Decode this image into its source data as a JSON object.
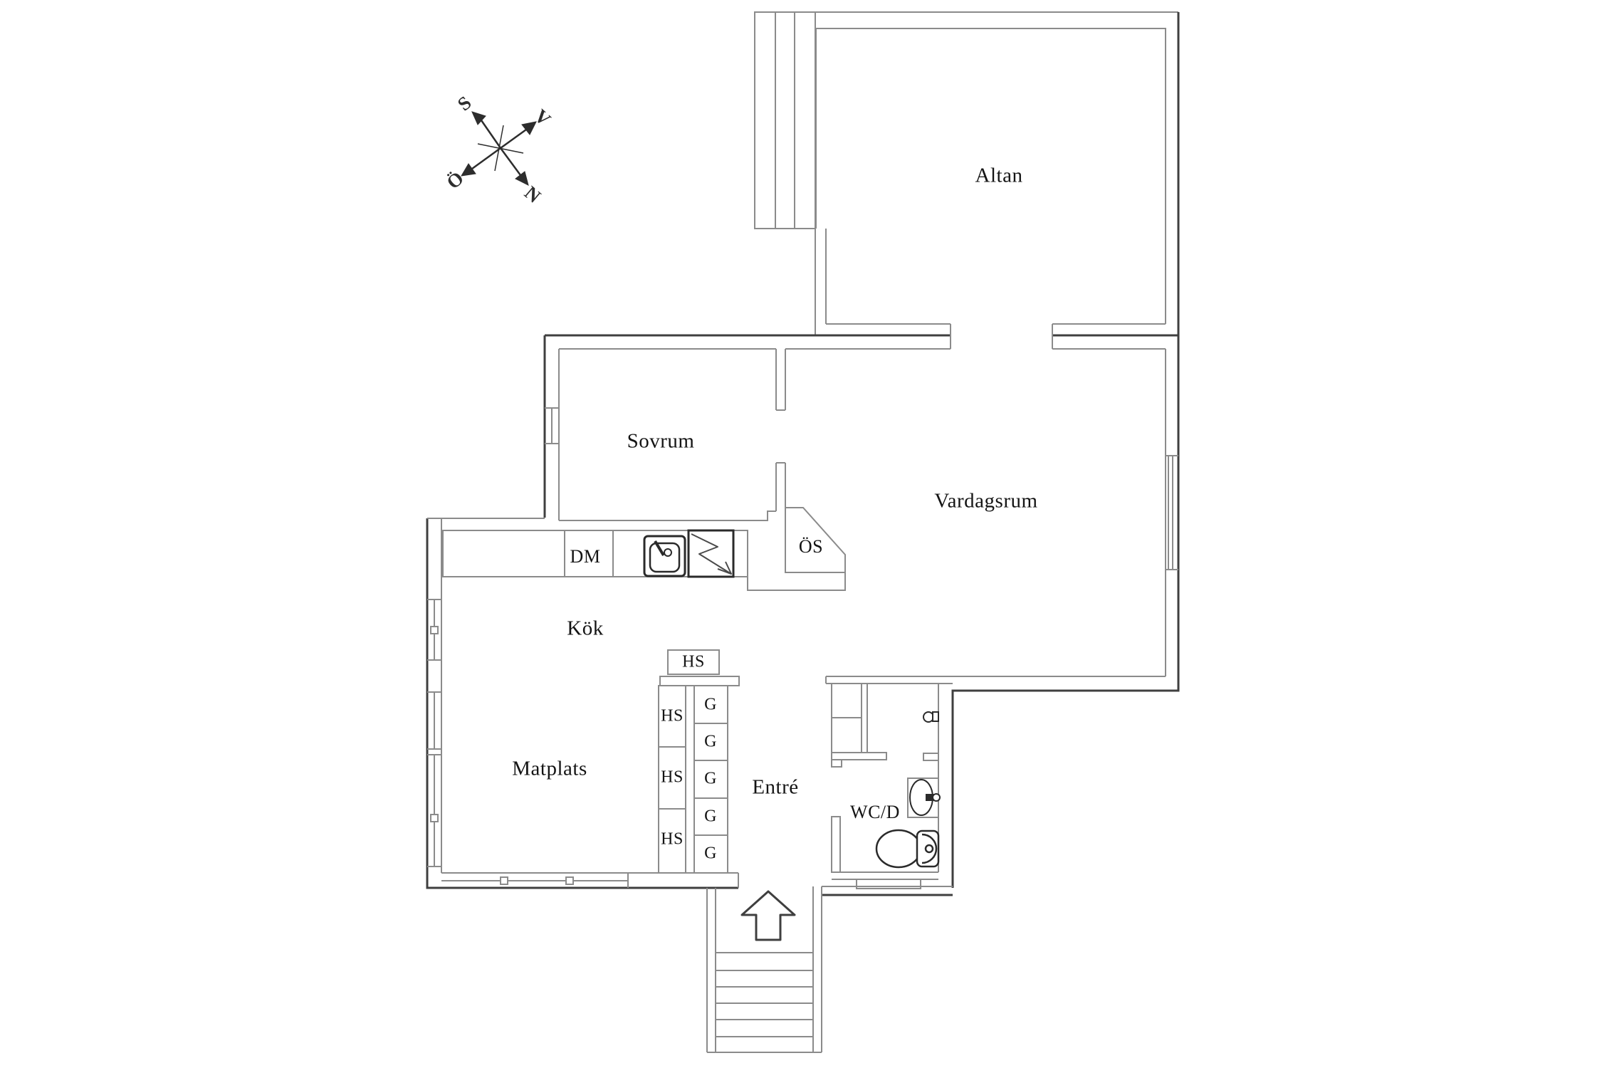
{
  "page": {
    "type": "floor-plan",
    "background": "#ffffff"
  },
  "colors": {
    "wall": "#8b8b8b",
    "wall_dark": "#3f3f3f",
    "fixture": "#2a2a2a",
    "text": "#141414"
  },
  "compass": {
    "s": "S",
    "v": "V",
    "o": "Ö",
    "n": "N"
  },
  "rooms": {
    "altan": "Altan",
    "sovrum": "Sovrum",
    "vardagsrum": "Vardagsrum",
    "kok": "Kök",
    "matplats": "Matplats",
    "entre": "Entré",
    "wcd": "WC/D",
    "os": "ÖS"
  },
  "appliances": {
    "dm": "DM"
  },
  "cabinets": {
    "hs_top": "HS",
    "hs_column": [
      "HS",
      "HS",
      "HS"
    ],
    "g_column": [
      "G",
      "G",
      "G",
      "G",
      "G"
    ]
  }
}
